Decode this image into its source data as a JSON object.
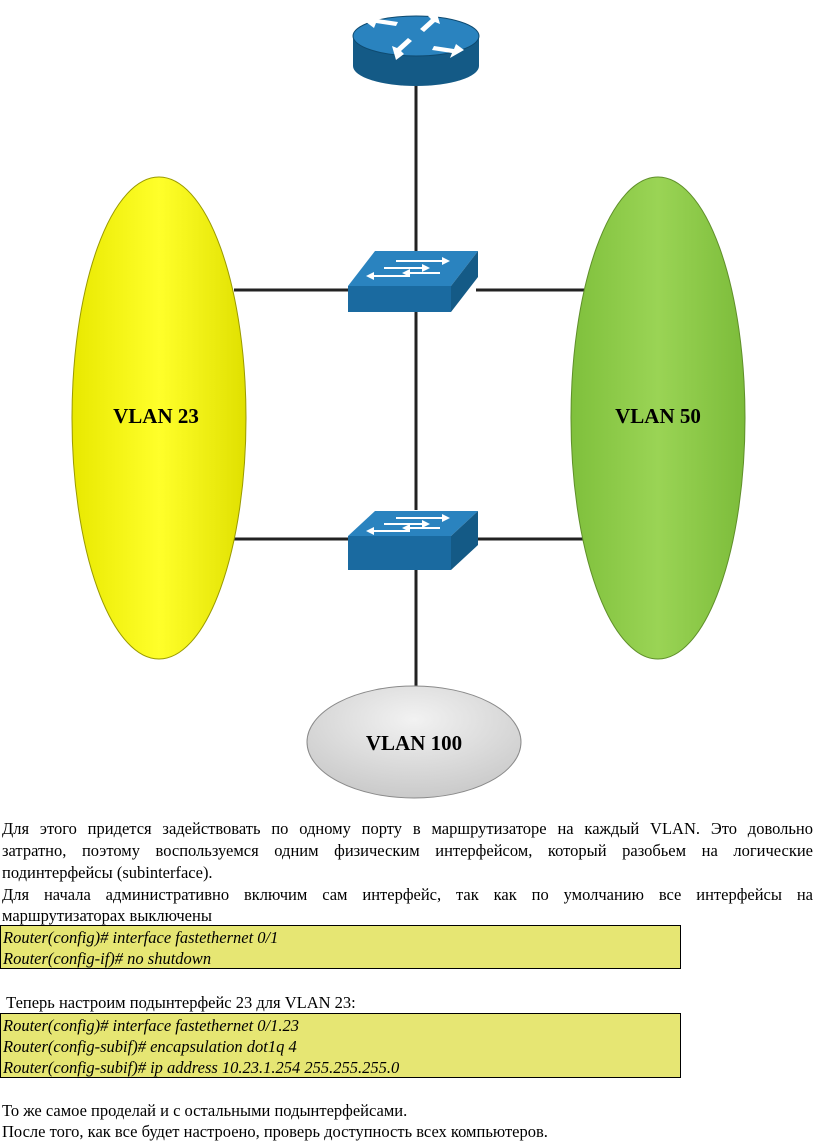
{
  "diagram": {
    "vlans": {
      "left": "VLAN 23",
      "right": "VLAN 50",
      "bottom": "VLAN 100"
    },
    "colors": {
      "left_vlan": "#f2f200",
      "right_vlan": "#8ccc4a",
      "bottom_vlan": "#d9d9d9",
      "device": "#1f6fa3",
      "link": "#222222"
    },
    "icons": [
      "router-icon",
      "switch-icon",
      "switch-icon"
    ]
  },
  "text": {
    "para1_line1": "Для этого придется задействовать по одному порту в маршрутизаторе на каждый VLAN. Это довольно",
    "para1_line2": "затратно, поэтому воспользуемся одним физическим интерфейсом, который разобьем на логические",
    "para1_line3": "подинтерфейсы (subinterface).",
    "para2_line1": "Для начала административно включим сам интерфейс, так как по умолчанию все интерфейсы на",
    "para2_line2": "маршрутизаторах выключены",
    "code1": [
      "Router(config)# interface fastethernet 0/1",
      "Router(config-if)# no shutdown"
    ],
    "para3": " Теперь настроим подынтерфейс 23 для VLAN 23:",
    "code2": [
      "Router(config)# interface fastethernet 0/1.23",
      "Router(config-subif)# encapsulation dot1q 4",
      "Router(config-subif)# ip address 10.23.1.254 255.255.255.0"
    ],
    "para4": "То же самое проделай и с остальными подынтерфейсами.",
    "para5": "После того, как все будет настроено, проверь доступность всех компьютеров."
  }
}
